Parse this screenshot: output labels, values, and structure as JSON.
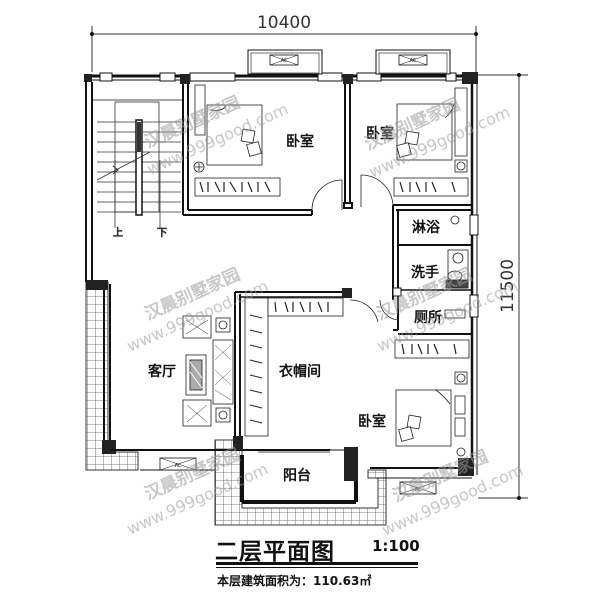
{
  "drawing": {
    "title": "二层平面图",
    "scale": "1:100",
    "area_label": "本层建筑面积为：",
    "area_value": "110.63㎡"
  },
  "dimensions": {
    "width": "10400",
    "height": "11500"
  },
  "rooms": {
    "bedroom_top_left": "卧室",
    "bedroom_top_right": "卧室",
    "shower": "淋浴",
    "washroom": "洗手",
    "toilet": "厕所",
    "living_room": "客厅",
    "cloakroom": "衣帽间",
    "bedroom_bottom_right": "卧室",
    "balcony": "阳台"
  },
  "stairs": {
    "up": "上",
    "down": "下"
  },
  "ac_units": [
    "AC",
    "AC",
    "AC",
    "AC"
  ],
  "watermark": {
    "brand": "汉晨别墅家园",
    "url": "www.999good.com"
  },
  "colors": {
    "wall": "#111111",
    "line": "#222222",
    "watermark": "#9a9a9a",
    "background": "#ffffff"
  }
}
